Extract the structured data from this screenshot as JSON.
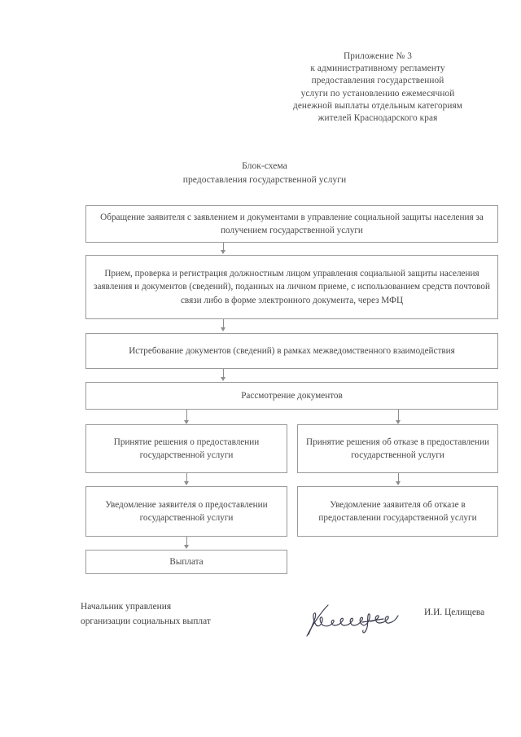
{
  "header": {
    "lines": [
      "Приложение № 3",
      "к административному регламенту",
      "предоставления государственной",
      "услуги по установлению ежемесячной",
      "денежной выплаты отдельным категориям",
      "жителей Краснодарского края"
    ]
  },
  "title": {
    "line1": "Блок-схема",
    "line2": "предоставления государственной услуги"
  },
  "flowchart": {
    "boxes": [
      {
        "id": "box-application",
        "text": "Обращение заявителя с заявлением и документами в управление социальной защиты населения за получением государственной услуги"
      },
      {
        "id": "box-registration",
        "text": "Прием, проверка и регистрация должностным лицом управления социальной защиты населения заявления и документов (сведений), поданных на личном приеме, с использованием средств почтовой связи либо в форме электронного документа, через МФЦ"
      },
      {
        "id": "box-interagency",
        "text": "Истребование документов (сведений) в рамках межведомственного взаимодействия"
      },
      {
        "id": "box-review",
        "text": "Рассмотрение документов"
      },
      {
        "id": "box-decision-grant",
        "text": "Принятие решения о предоставлении государственной услуги"
      },
      {
        "id": "box-decision-refuse",
        "text": "Принятие решения об отказе в предоставлении государственной услуги"
      },
      {
        "id": "box-notify-grant",
        "text": "Уведомление заявителя о предоставлении государственной услуги"
      },
      {
        "id": "box-notify-refuse",
        "text": "Уведомление заявителя об отказе в предоставлении государственной услуги"
      },
      {
        "id": "box-payment",
        "text": "Выплата"
      }
    ]
  },
  "signature": {
    "role_line1": "Начальник управления",
    "role_line2": "организации социальных выплат",
    "name": "И.И. Целищева"
  }
}
